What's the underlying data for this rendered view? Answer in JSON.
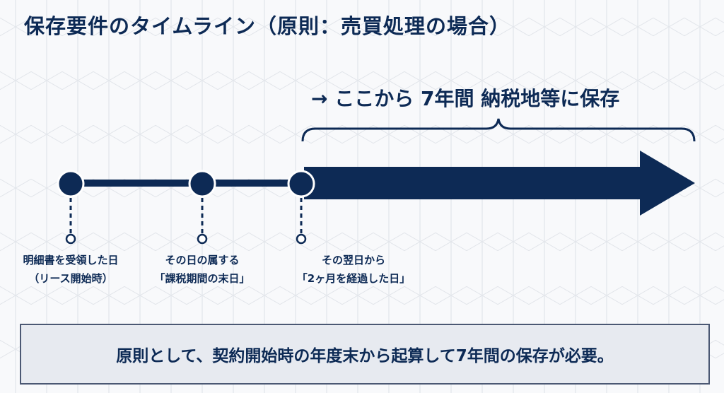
{
  "title": "保存要件のタイムライン（原則：売買処理の場合）",
  "caption": "→ ここから 7年間 納税地等に保存",
  "milestones": [
    {
      "line1": "明細書を受領した日",
      "line2": "（リース開始時）"
    },
    {
      "line1": "その日の属する",
      "line2": "「課税期間の末日」"
    },
    {
      "line1": "その翌日から",
      "line2": "「2ヶ月を経過した日」"
    }
  ],
  "summary": "原則として、契約開始時の年度末から起算して7年間の保存が必要。",
  "colors": {
    "navy": "#0d2a55"
  }
}
